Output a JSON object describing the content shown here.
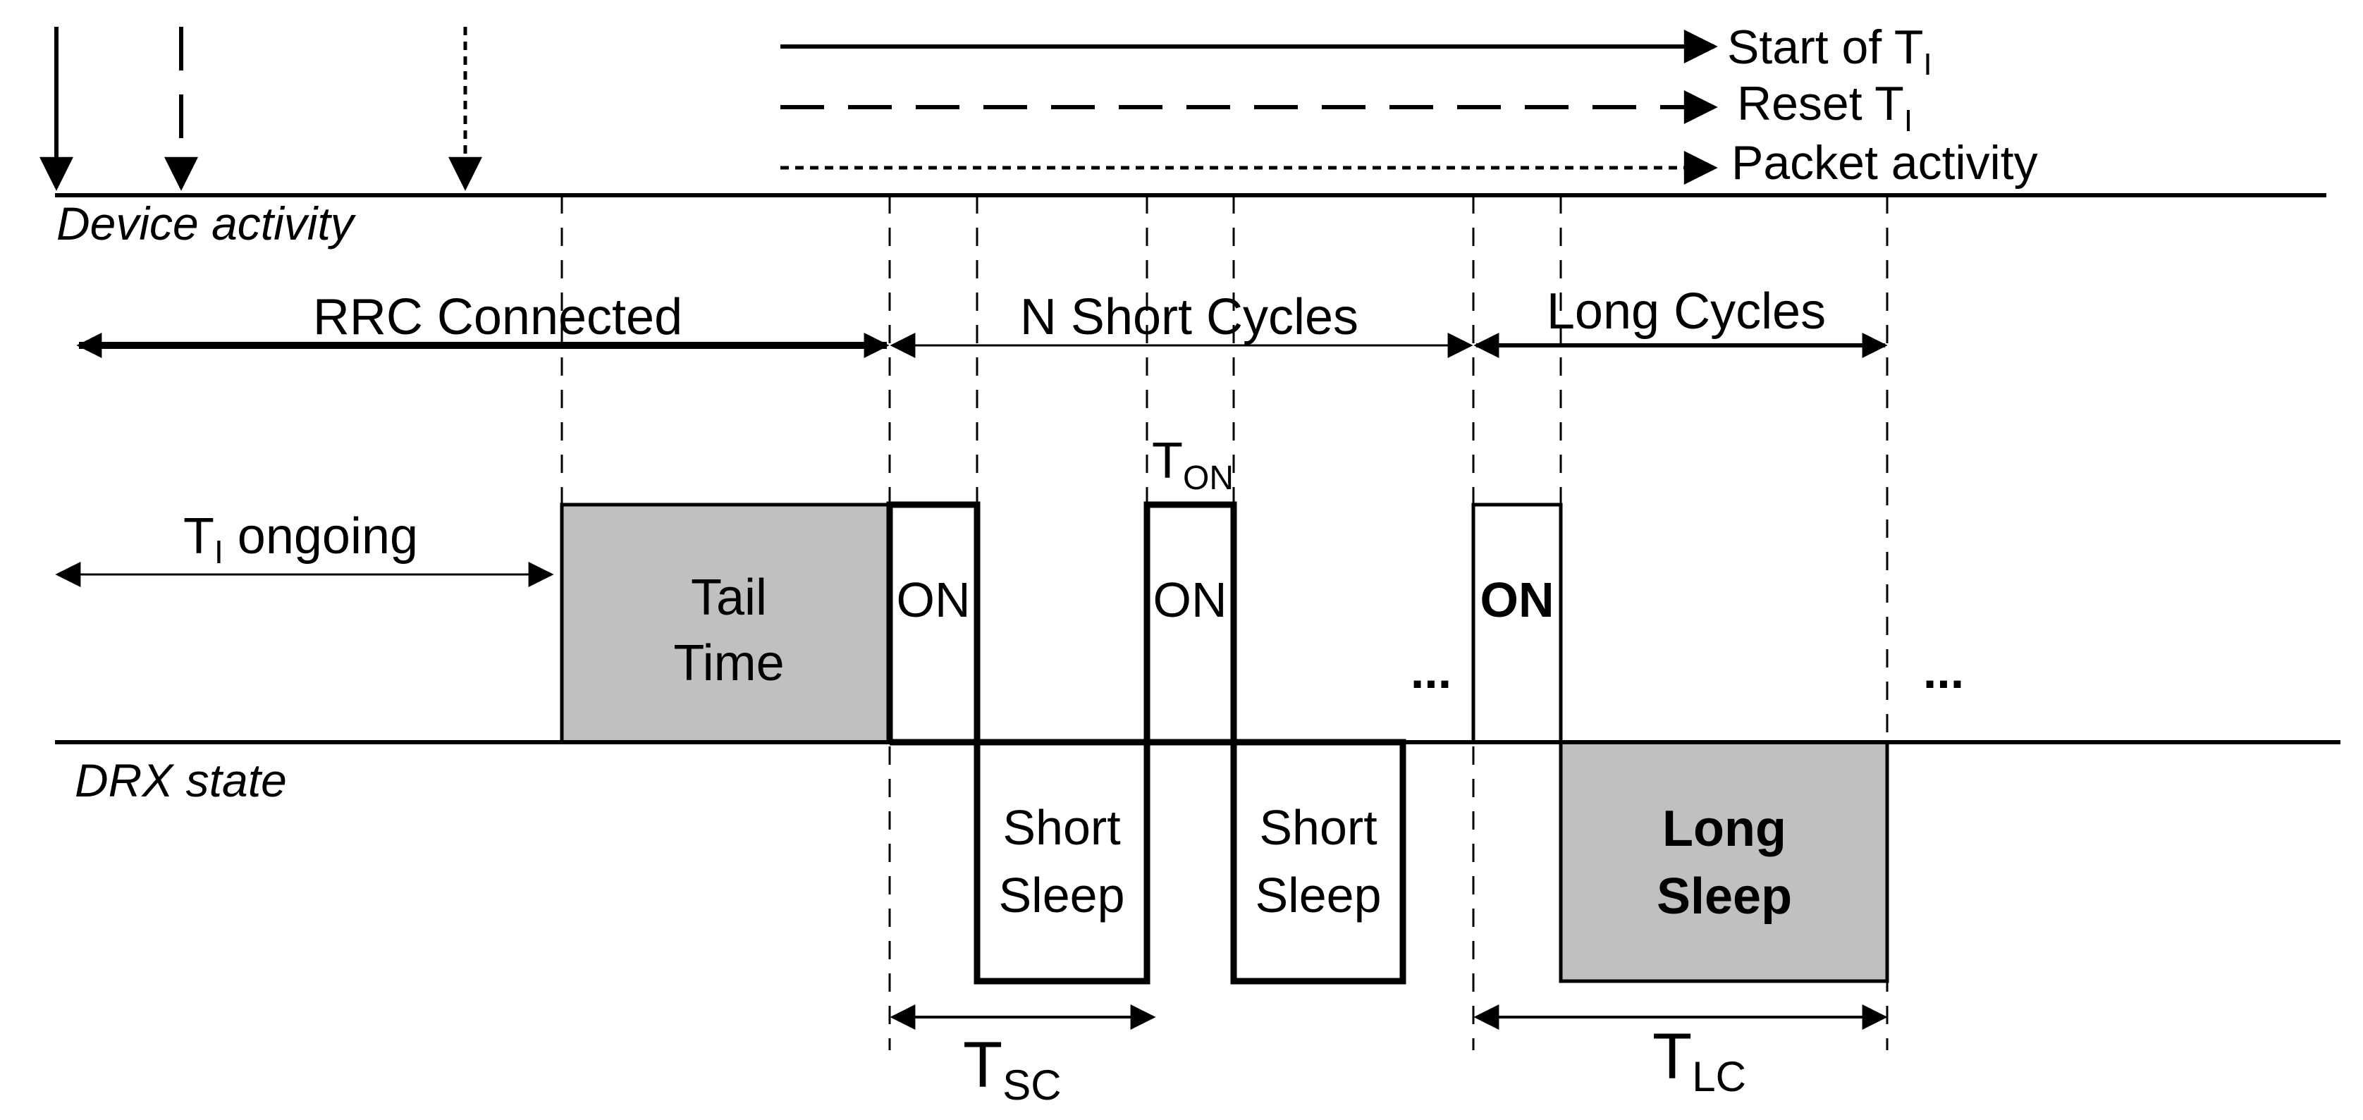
{
  "legend": {
    "start": {
      "base": "Start of T",
      "sub": "I"
    },
    "reset": {
      "base": "Reset T",
      "sub": "I"
    },
    "packet": "Packet activity"
  },
  "axes": {
    "device_activity": "Device activity",
    "drx_state": "DRX state"
  },
  "spans": {
    "rrc_connected": "RRC Connected",
    "n_short_cycles": "N Short Cycles",
    "long_cycles": "Long Cycles",
    "ti_ongoing": {
      "base": "T",
      "sub": "I",
      "rest": " ongoing"
    },
    "t_on": {
      "base": "T",
      "sub": "ON"
    },
    "t_sc": {
      "base": "T",
      "sub": "SC"
    },
    "t_lc": {
      "base": "T",
      "sub": "LC"
    }
  },
  "blocks": {
    "tail_time_line1": "Tail",
    "tail_time_line2": "Time",
    "on_1": "ON",
    "on_2": "ON",
    "on_3": "ON",
    "short_sleep_1_line1": "Short",
    "short_sleep_1_line2": "Sleep",
    "short_sleep_2_line1": "Short",
    "short_sleep_2_line2": "Sleep",
    "long_sleep_line1": "Long",
    "long_sleep_line2": "Sleep",
    "ellipsis": "..."
  },
  "colors": {
    "line": "#000000",
    "fill_gray": "#c0c0c0",
    "background": "#ffffff"
  }
}
